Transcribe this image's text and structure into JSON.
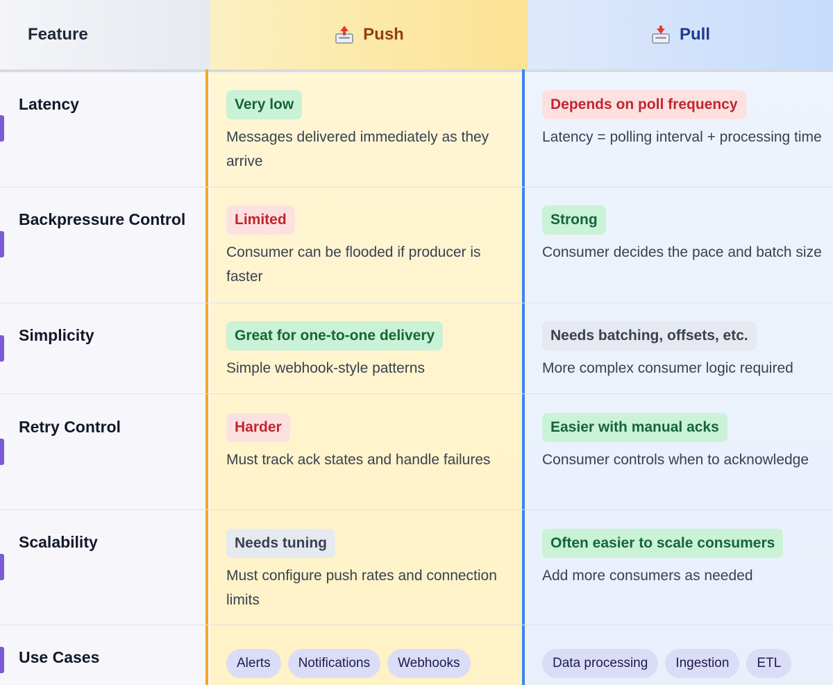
{
  "header": {
    "feature": "Feature",
    "push": "Push",
    "pull": "Pull",
    "push_icon": "outbox-tray-icon",
    "pull_icon": "inbox-tray-icon"
  },
  "colors": {
    "push_accent": "#f5a524",
    "pull_accent": "#3b82f6",
    "row_accent": "#7c5cd6",
    "tag_green": "#c9f2d7",
    "tag_red": "#fde0e0",
    "tag_gray": "#e6e9ef",
    "chip": "#dbdcf6"
  },
  "rows": [
    {
      "feature": "Latency",
      "push": {
        "tag": "Very low",
        "tone": "green",
        "desc": "Messages delivered immediately as they arrive"
      },
      "pull": {
        "tag": "Depends on poll frequency",
        "tone": "red",
        "desc": "Latency = polling interval + processing time"
      }
    },
    {
      "feature": "Backpressure Control",
      "push": {
        "tag": "Limited",
        "tone": "red",
        "desc": "Consumer can be flooded if producer is faster"
      },
      "pull": {
        "tag": "Strong",
        "tone": "green",
        "desc": "Consumer decides the pace and batch size"
      }
    },
    {
      "feature": "Simplicity",
      "push": {
        "tag": "Great for one-to-one delivery",
        "tone": "green",
        "desc": "Simple webhook-style patterns"
      },
      "pull": {
        "tag": "Needs batching, offsets, etc.",
        "tone": "gray",
        "desc": "More complex consumer logic required"
      }
    },
    {
      "feature": "Retry Control",
      "push": {
        "tag": "Harder",
        "tone": "red",
        "desc": "Must track ack states and handle failures"
      },
      "pull": {
        "tag": "Easier with manual acks",
        "tone": "green",
        "desc": "Consumer controls when to acknowledge"
      }
    },
    {
      "feature": "Scalability",
      "push": {
        "tag": "Needs tuning",
        "tone": "gray",
        "desc": "Must configure push rates and connection limits"
      },
      "pull": {
        "tag": "Often easier to scale consumers",
        "tone": "green",
        "desc": "Add more consumers as needed"
      }
    },
    {
      "feature": "Use Cases",
      "push": {
        "chips": [
          "Alerts",
          "Notifications",
          "Webhooks"
        ]
      },
      "pull": {
        "chips": [
          "Data processing",
          "Ingestion",
          "ETL"
        ]
      }
    }
  ]
}
